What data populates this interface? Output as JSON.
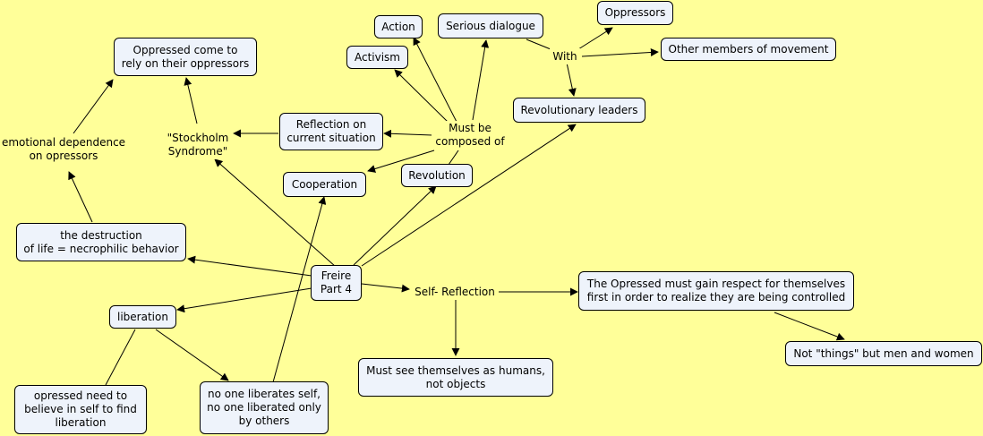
{
  "colors": {
    "background": "#ffff99",
    "node_fill": "#eef3fb",
    "border": "#000000"
  },
  "nodes": {
    "action": "Action",
    "serious_dialogue": "Serious dialogue",
    "oppressors": "Oppressors",
    "activism": "Activism",
    "with": "With",
    "other_members": "Other members of movement",
    "oppressed_rely": "Oppressed come to\nrely on their oppressors",
    "revolutionary_leaders": "Revolutionary leaders",
    "reflection_current": "Reflection on\ncurrent situation",
    "must_be_composed": "Must be\ncomposed of",
    "stockholm": "\"Stockholm\nSyndrome\"",
    "emotional_dependence": "emotional dependence\non opressors",
    "cooperation": "Cooperation",
    "revolution": "Revolution",
    "destruction_of_life": "the destruction\nof life = necrophilic behavior",
    "freire": "Freire\nPart 4",
    "self_reflection": "Self- Reflection",
    "gain_respect": "The Opressed must gain respect for themselves\nfirst in order to realize they are being controlled",
    "liberation": "liberation",
    "not_things": "Not \"things\" but men and women",
    "see_as_humans": "Must see themselves as humans,\nnot objects",
    "believe_in_self": "opressed need to\nbelieve in self to find\nliberation",
    "no_one_liberates": "no one liberates self,\nno one liberated only\nby others"
  }
}
